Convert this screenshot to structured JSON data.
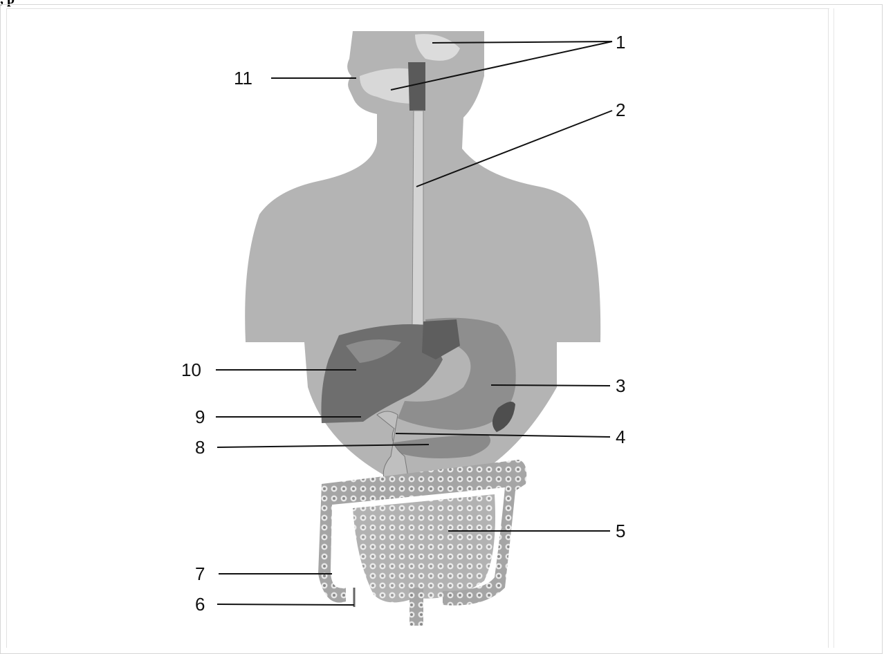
{
  "header": {
    "text": ", p"
  },
  "labels": [
    {
      "id": "1",
      "text": "1"
    },
    {
      "id": "2",
      "text": "2"
    },
    {
      "id": "3",
      "text": "3"
    },
    {
      "id": "4",
      "text": "4"
    },
    {
      "id": "5",
      "text": "5"
    },
    {
      "id": "6",
      "text": "6"
    },
    {
      "id": "7",
      "text": "7"
    },
    {
      "id": "8",
      "text": "8"
    },
    {
      "id": "9",
      "text": "9"
    },
    {
      "id": "10",
      "text": "10"
    },
    {
      "id": "11",
      "text": "11"
    }
  ],
  "colors": {
    "body": "#b4b4b4",
    "organ_dark": "#6e6e6e",
    "organ_mid": "#8e8e8e",
    "intestine": "#9a9a9a",
    "leader": "#111111"
  }
}
